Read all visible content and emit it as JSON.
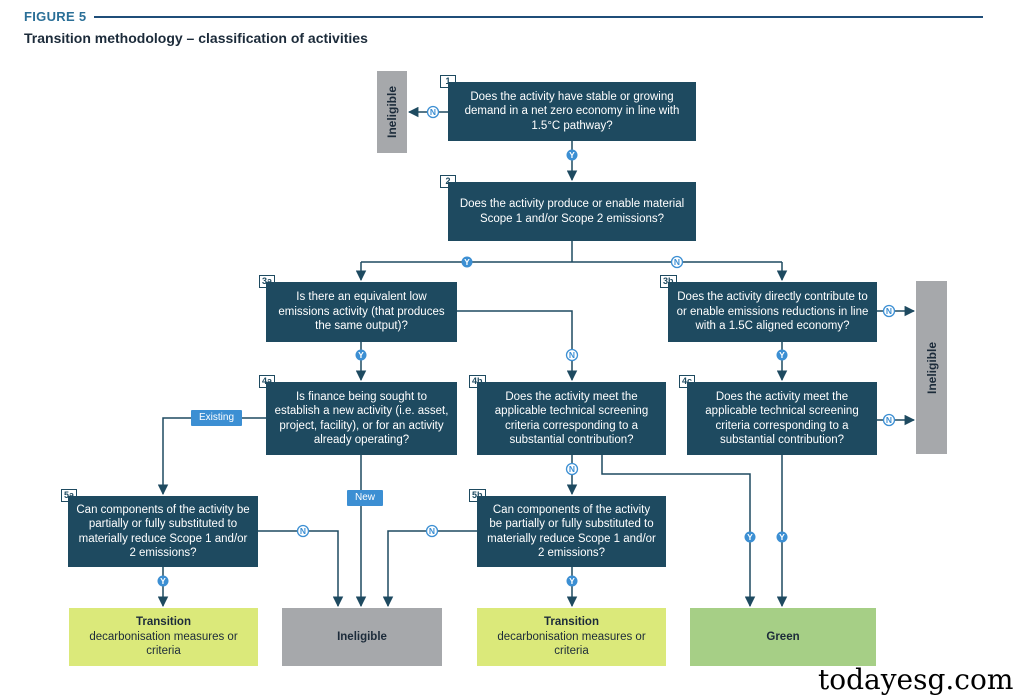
{
  "figure": {
    "label": "FIGURE 5",
    "title": "Transition methodology – classification of activities"
  },
  "badges": {
    "yes": "Y",
    "no": "N"
  },
  "questions": {
    "q1": {
      "num": "1",
      "text": "Does the activity have stable or growing demand in a net zero economy in line with 1.5°C pathway?"
    },
    "q2": {
      "num": "2",
      "text": "Does the activity produce or enable material Scope 1 and/or Scope 2 emissions?"
    },
    "q3a": {
      "num": "3a",
      "text": "Is there an equivalent low emissions activity (that produces the same output)?"
    },
    "q3b": {
      "num": "3b",
      "text": "Does the activity directly contribute to or enable emissions reductions in line with a 1.5C aligned economy?"
    },
    "q4a": {
      "num": "4a",
      "text": "Is finance being sought to establish a new activity (i.e. asset, project, facility), or for an activity already operating?"
    },
    "q4b": {
      "num": "4b",
      "text": "Does the activity meet the applicable technical screening criteria corresponding to a substantial contribution?"
    },
    "q4c": {
      "num": "4c",
      "text": "Does the activity meet the applicable technical screening criteria corresponding to a substantial contribution?"
    },
    "q5a": {
      "num": "5a",
      "text": "Can components of the activity be partially or fully substituted to materially reduce Scope 1 and/or 2 emissions?"
    },
    "q5b": {
      "num": "5b",
      "text": "Can components of the activity be partially or fully substituted to materially reduce Scope 1 and/or 2 emissions?"
    }
  },
  "side_labels": {
    "ineligible_top": "Ineligible",
    "ineligible_right": "Ineligible"
  },
  "tags": {
    "existing": "Existing",
    "new": "New"
  },
  "outcomes": {
    "transition_a": {
      "title": "Transition",
      "sub": "decarbonisation measures or criteria"
    },
    "ineligible": "Ineligible",
    "transition_b": {
      "title": "Transition",
      "sub": "decarbonisation measures or criteria"
    },
    "green": "Green"
  },
  "watermark": "todayesg.com",
  "colors": {
    "question": "#1e4a60",
    "ineligible": "#a6a8ab",
    "transition": "#dbe97a",
    "green": "#a6cf86",
    "badge": "#3c8fd3"
  }
}
